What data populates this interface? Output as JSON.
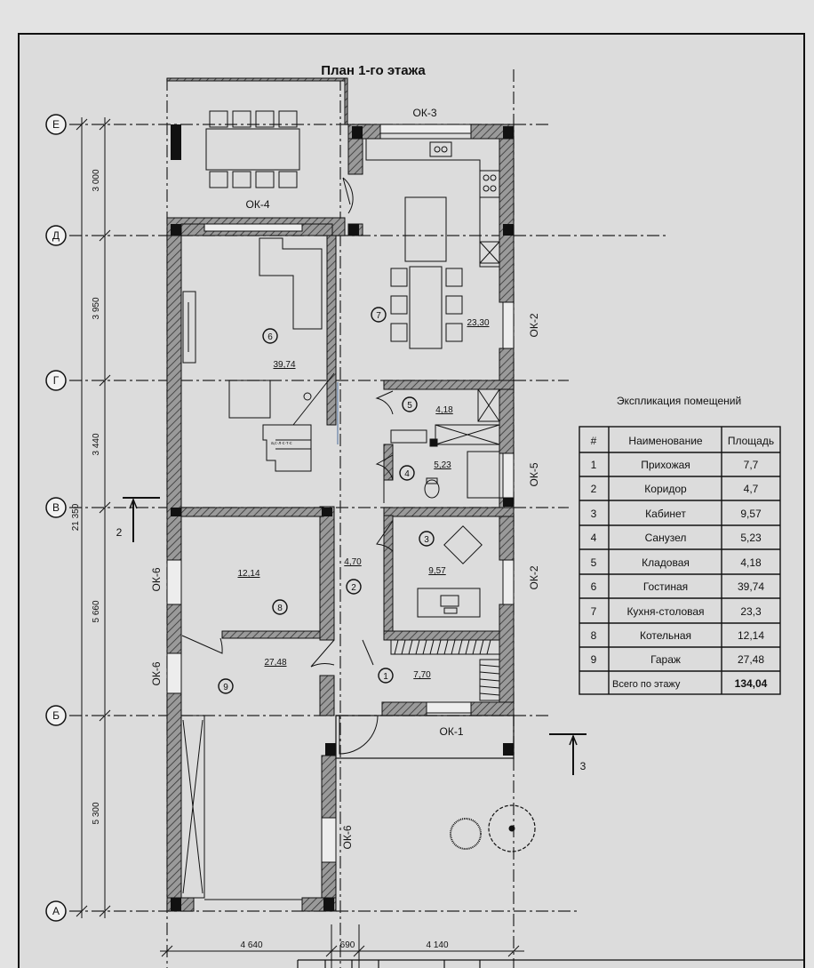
{
  "plan": {
    "title": "План 1-го этажа",
    "axes": [
      "Е",
      "Д",
      "Г",
      "В",
      "Б",
      "А"
    ],
    "vertical_dims": [
      "3 000",
      "3 950",
      "3 440",
      "5 660",
      "5 300"
    ],
    "total_dim": "21 350",
    "horizontal_dims": [
      "4 640",
      "690",
      "4 140"
    ],
    "window_labels": {
      "ok3": "ОК-3",
      "ok4": "ОК-4",
      "ok2_top": "ОК-2",
      "ok5": "ОК-5",
      "ok2_mid": "ОК-2",
      "ok6_a": "ОК-6",
      "ok6_b": "ОК-6",
      "ok6_c": "ОК-6",
      "ok1": "ОК-1"
    },
    "section_marks": [
      "2",
      "3"
    ],
    "rooms": [
      {
        "num": "1",
        "area": "7,70"
      },
      {
        "num": "2",
        "area": "4,70"
      },
      {
        "num": "3",
        "area": "9,57"
      },
      {
        "num": "4",
        "area": "5,23"
      },
      {
        "num": "5",
        "area": "4,18"
      },
      {
        "num": "6",
        "area": "39,74"
      },
      {
        "num": "7",
        "area": "23,30"
      },
      {
        "num": "8",
        "area": "12,14"
      },
      {
        "num": "9",
        "area": "27,48"
      }
    ]
  },
  "explication": {
    "title": "Экспликация помещений",
    "headers": [
      "#",
      "Наименование",
      "Площадь"
    ],
    "rows": [
      [
        "1",
        "Прихожая",
        "7,7"
      ],
      [
        "2",
        "Коридор",
        "4,7"
      ],
      [
        "3",
        "Кабинет",
        "9,57"
      ],
      [
        "4",
        "Санузел",
        "5,23"
      ],
      [
        "5",
        "Кладовая",
        "4,18"
      ],
      [
        "6",
        "Гостиная",
        "39,74"
      ],
      [
        "7",
        "Кухня-столовая",
        "23,3"
      ],
      [
        "8",
        "Котельная",
        "12,14"
      ],
      [
        "9",
        "Гараж",
        "27,48"
      ]
    ],
    "total_label": "Всего по этажу",
    "total_value": "134,04"
  }
}
